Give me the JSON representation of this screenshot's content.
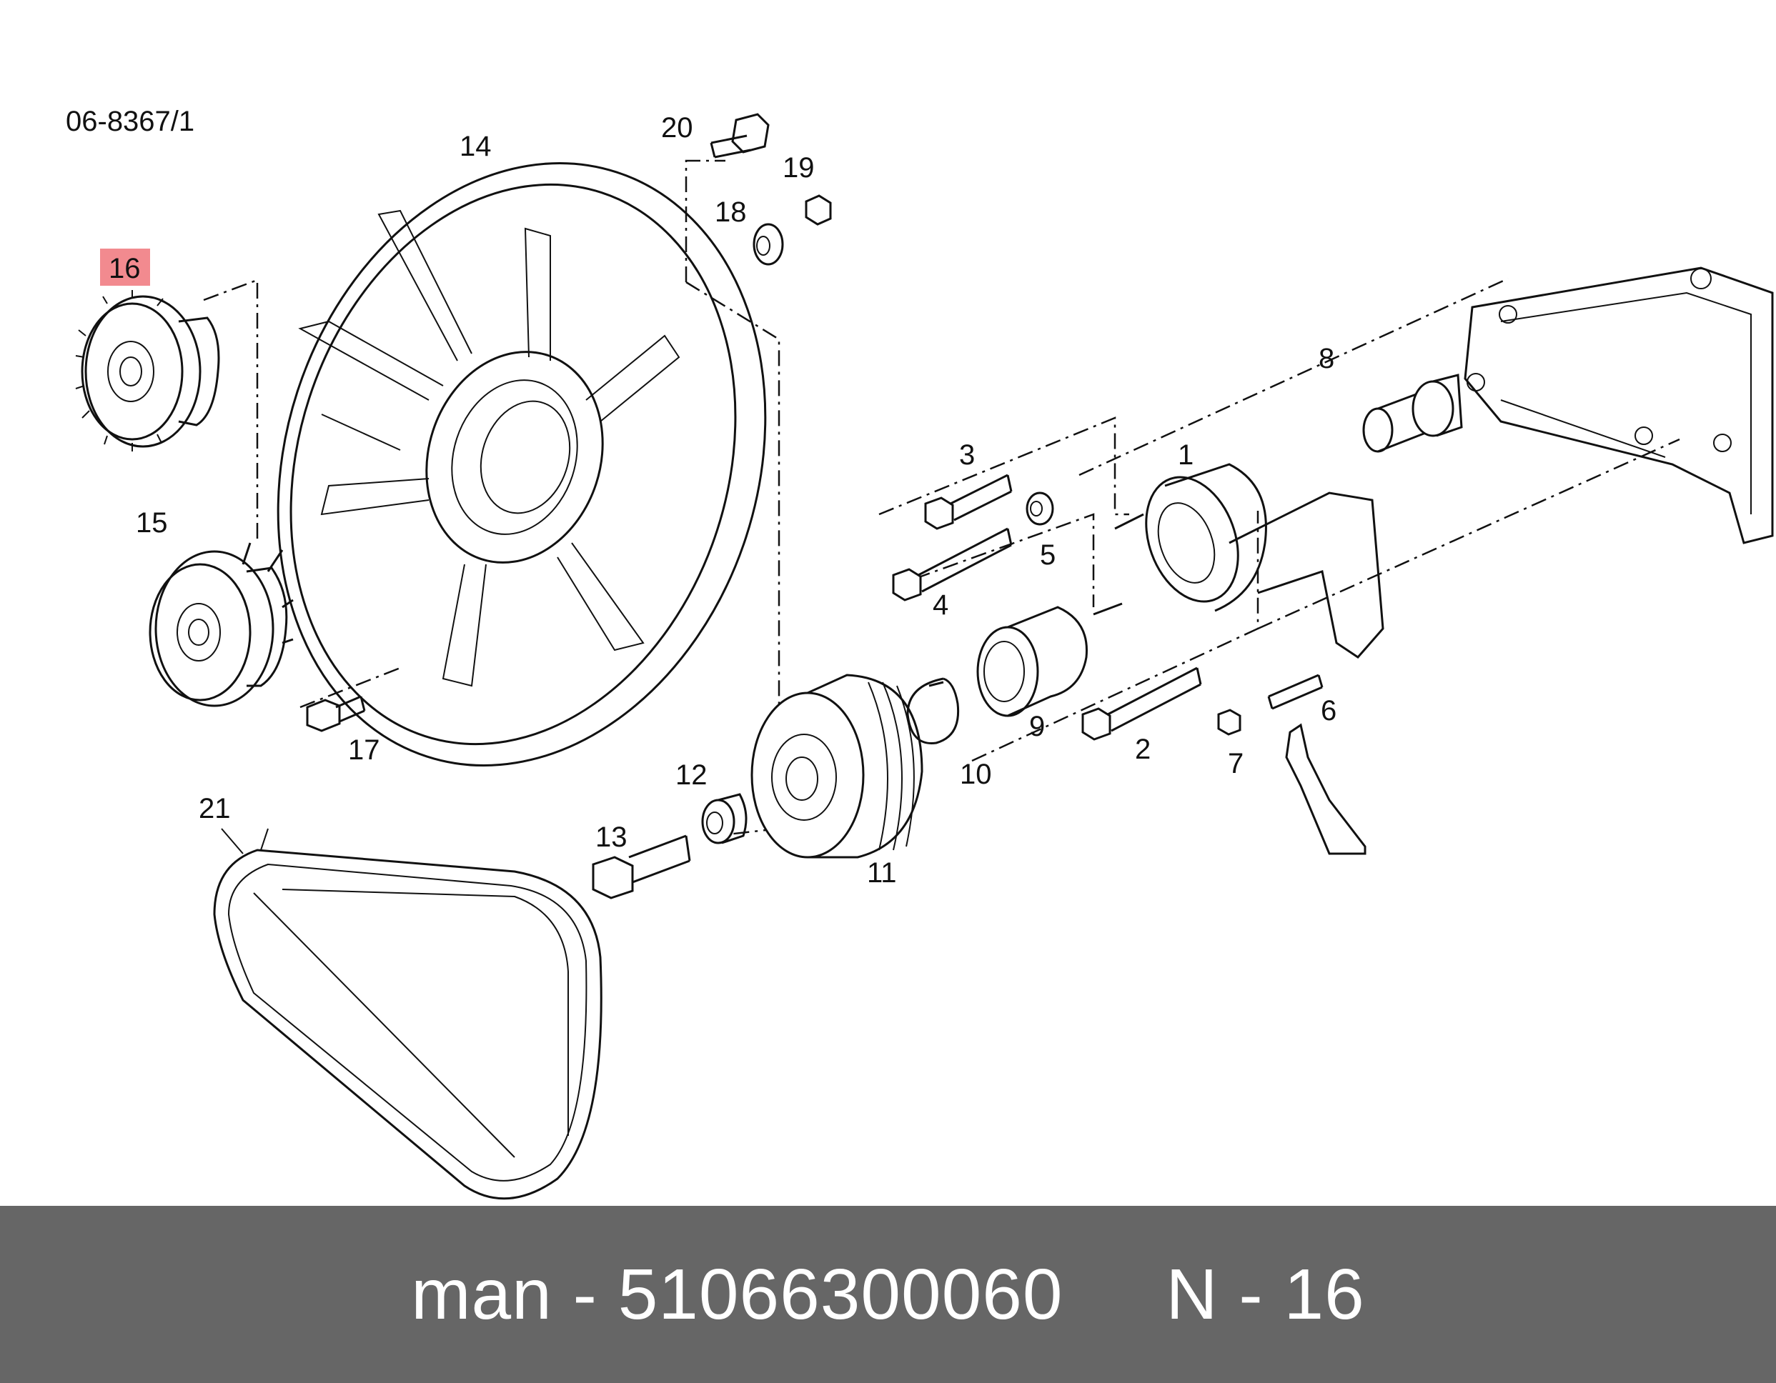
{
  "diagram": {
    "reference_code": "06-8367/1",
    "highlight_color": "#f28a8f",
    "callouts": [
      {
        "id": "callout-1",
        "label": "1"
      },
      {
        "id": "callout-2",
        "label": "2"
      },
      {
        "id": "callout-3",
        "label": "3"
      },
      {
        "id": "callout-4",
        "label": "4"
      },
      {
        "id": "callout-5",
        "label": "5"
      },
      {
        "id": "callout-6",
        "label": "6"
      },
      {
        "id": "callout-7",
        "label": "7"
      },
      {
        "id": "callout-8",
        "label": "8"
      },
      {
        "id": "callout-9",
        "label": "9"
      },
      {
        "id": "callout-10",
        "label": "10"
      },
      {
        "id": "callout-11",
        "label": "11"
      },
      {
        "id": "callout-12",
        "label": "12"
      },
      {
        "id": "callout-13",
        "label": "13"
      },
      {
        "id": "callout-14",
        "label": "14"
      },
      {
        "id": "callout-15",
        "label": "15"
      },
      {
        "id": "callout-16",
        "label": "16",
        "highlighted": true
      },
      {
        "id": "callout-17",
        "label": "17"
      },
      {
        "id": "callout-18",
        "label": "18"
      },
      {
        "id": "callout-19",
        "label": "19"
      },
      {
        "id": "callout-20",
        "label": "20"
      },
      {
        "id": "callout-21",
        "label": "21"
      }
    ]
  },
  "footer": {
    "brand": "man",
    "separator": "-",
    "part_number": "51066300060",
    "position_label": "N - 16",
    "background_color": "#666666",
    "text_color": "#ffffff"
  }
}
